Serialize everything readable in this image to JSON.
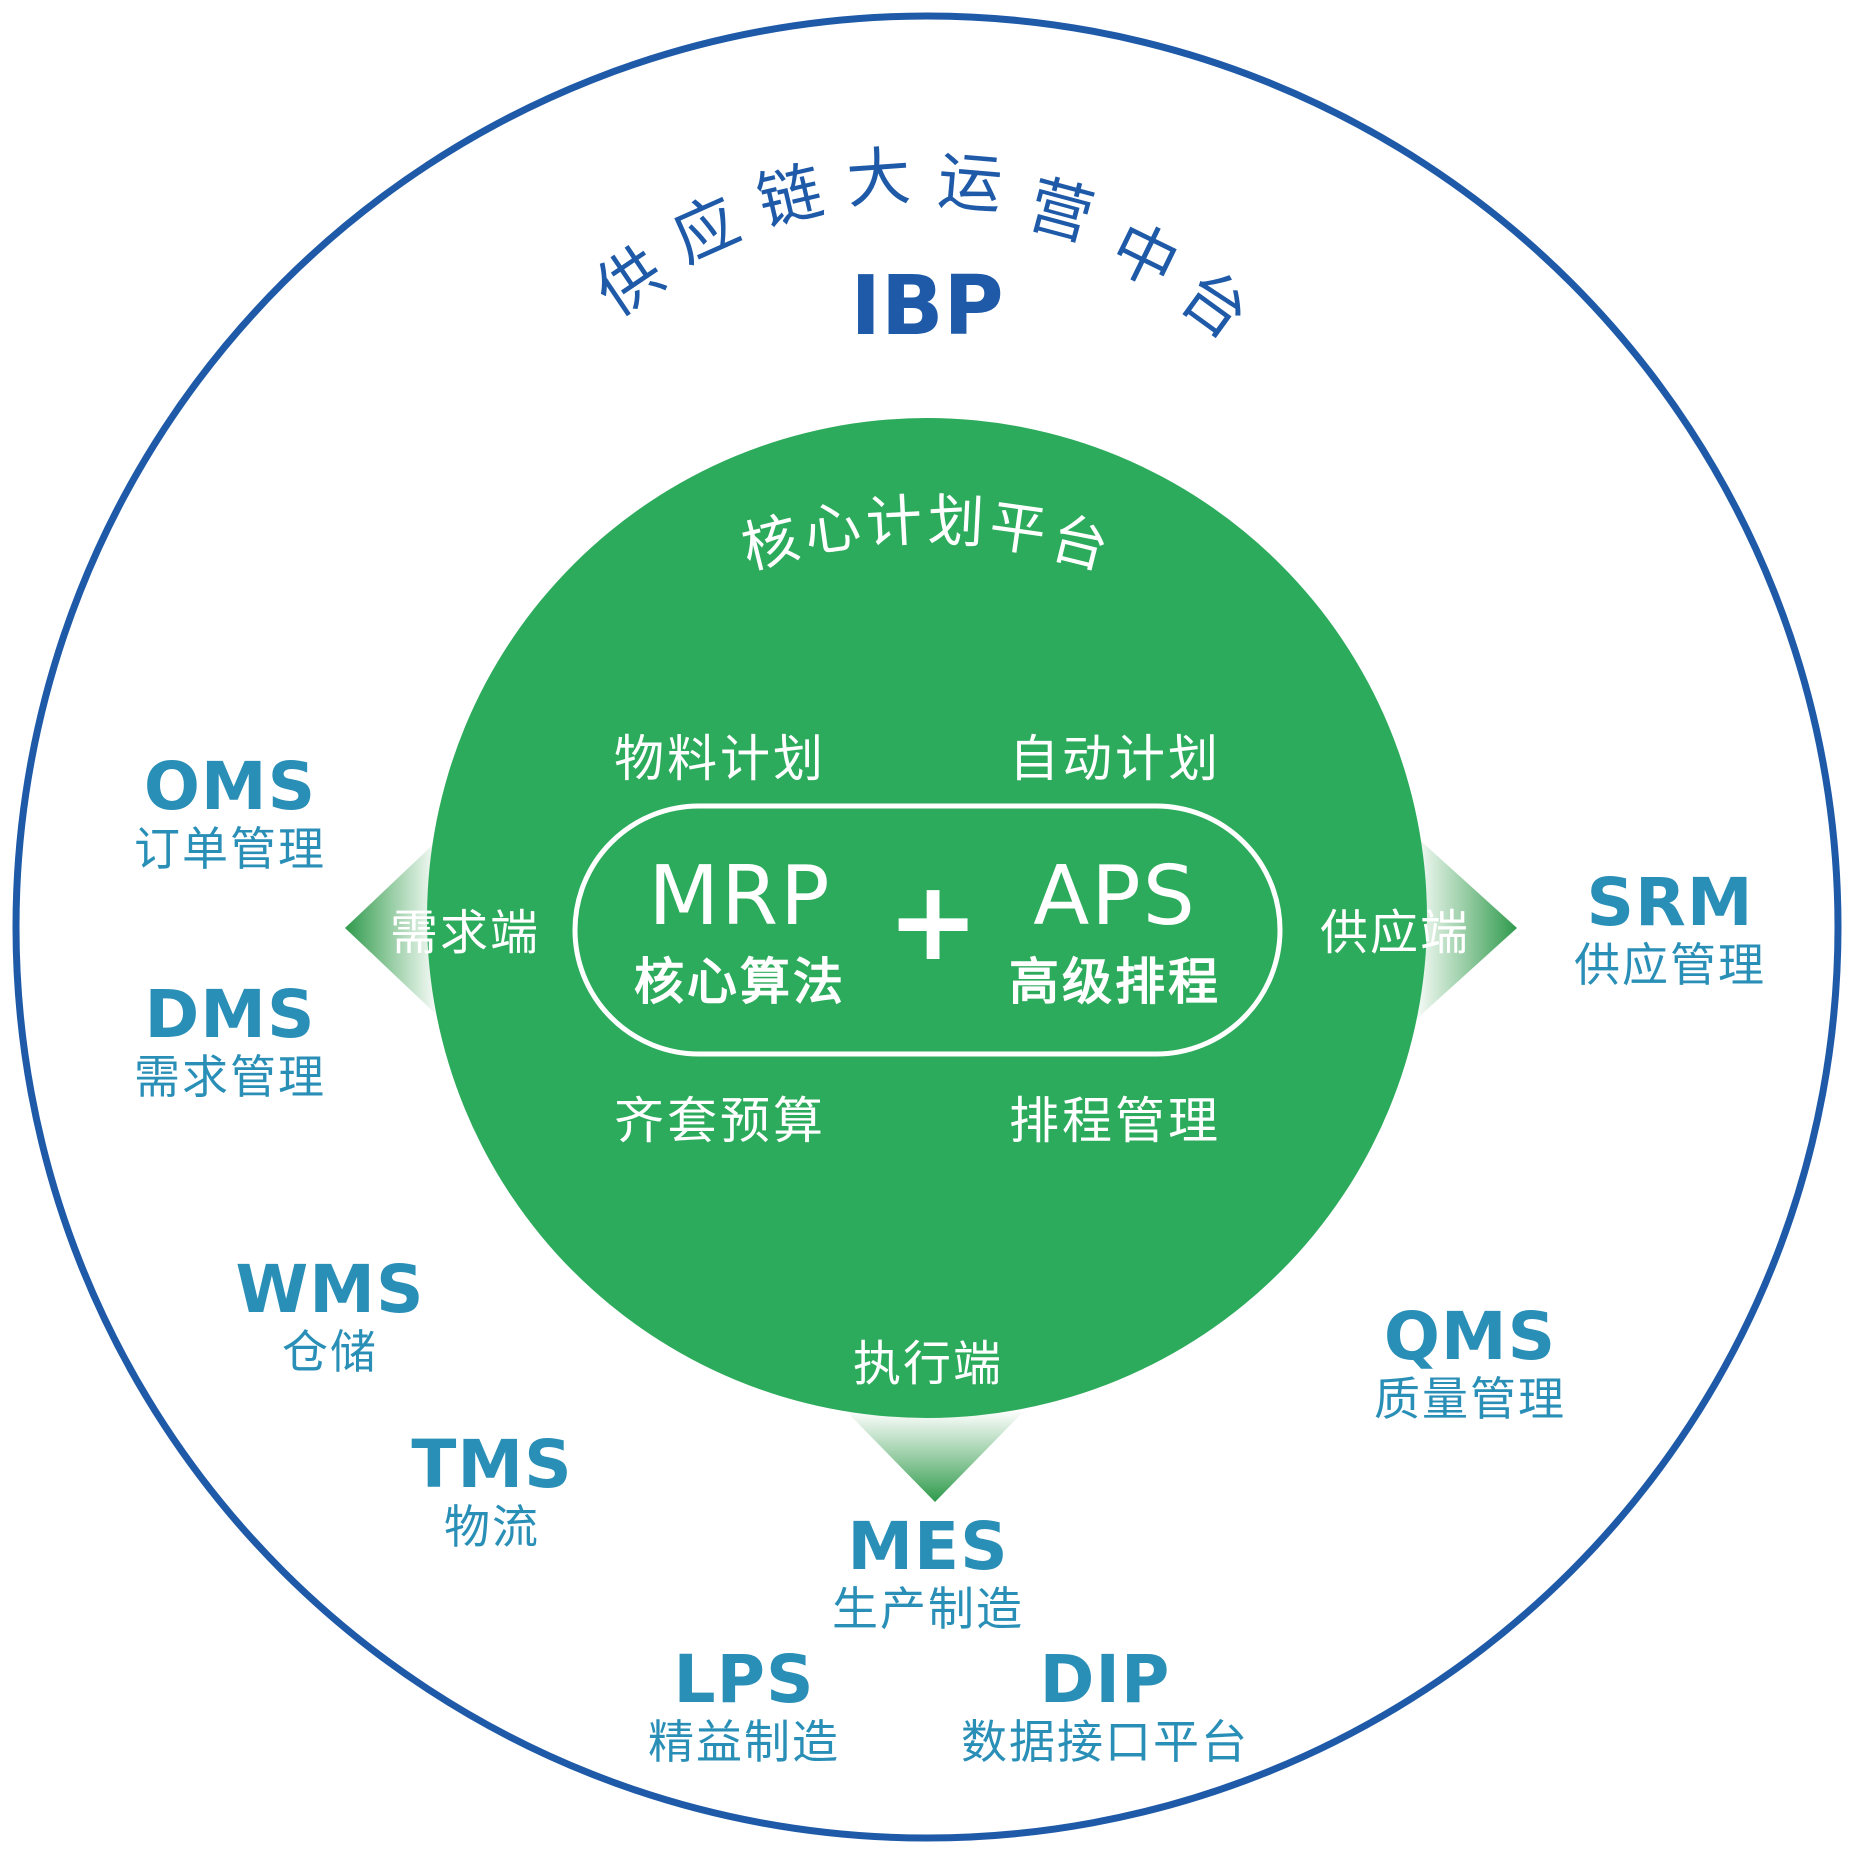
{
  "outer": {
    "title_chars": [
      "供",
      "应",
      "链",
      "大",
      "运",
      "营",
      "中",
      "台"
    ],
    "subtitle": "IBP",
    "border_color": "#1e5aa8"
  },
  "core": {
    "title_chars": [
      "核",
      "心",
      "计",
      "划",
      "平",
      "台"
    ],
    "color": "#2dab5c",
    "cells": {
      "top_left": "物料计划",
      "top_right": "自动计划",
      "bottom_left": "齐套预算",
      "bottom_right": "排程管理"
    },
    "capsule": {
      "left_code": "MRP",
      "left_desc": "核心算法",
      "plus": "+",
      "right_code": "APS",
      "right_desc": "高级排程"
    },
    "ends": {
      "demand": "需求端",
      "supply": "供应端",
      "execution": "执行端"
    }
  },
  "systems": [
    {
      "code": "OMS",
      "desc": "订单管理"
    },
    {
      "code": "DMS",
      "desc": "需求管理"
    },
    {
      "code": "SRM",
      "desc": "供应管理"
    },
    {
      "code": "WMS",
      "desc": "仓储"
    },
    {
      "code": "TMS",
      "desc": "物流"
    },
    {
      "code": "QMS",
      "desc": "质量管理"
    },
    {
      "code": "MES",
      "desc": "生产制造"
    },
    {
      "code": "LPS",
      "desc": "精益制造"
    },
    {
      "code": "DIP",
      "desc": "数据接口平台"
    }
  ],
  "colors": {
    "system_text": "#2a8fb7",
    "arrow_dark": "#2e9a4c",
    "arrow_light": "#ffffff"
  }
}
